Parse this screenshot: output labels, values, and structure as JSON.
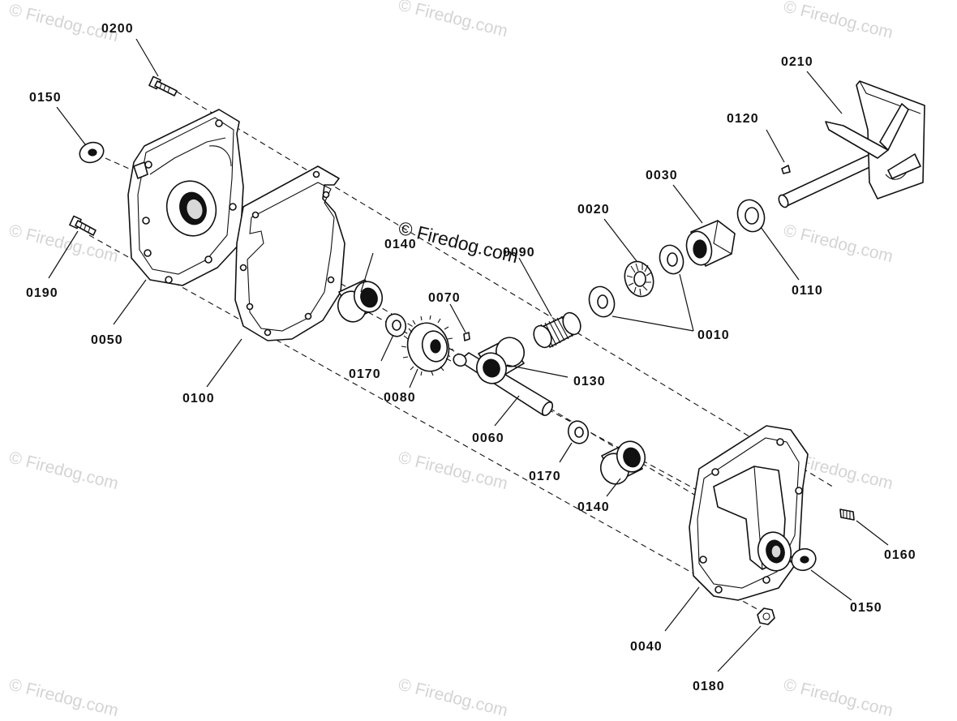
{
  "watermark_text": "© Firedog.com",
  "center_watermark_text": "© Firedog.com",
  "parts": [
    {
      "id": "p0200",
      "label": "0200",
      "name": "bolt"
    },
    {
      "id": "p0150a",
      "label": "0150",
      "name": "nut"
    },
    {
      "id": "p0190",
      "label": "0190",
      "name": "bolt"
    },
    {
      "id": "p0050",
      "label": "0050",
      "name": "gear-case-half"
    },
    {
      "id": "p0100",
      "label": "0100",
      "name": "gasket"
    },
    {
      "id": "p0140a",
      "label": "0140",
      "name": "bearing"
    },
    {
      "id": "p0170a",
      "label": "0170",
      "name": "washer"
    },
    {
      "id": "p0080",
      "label": "0080",
      "name": "worm-gear"
    },
    {
      "id": "p0070",
      "label": "0070",
      "name": "key"
    },
    {
      "id": "p0090",
      "label": "0090",
      "name": "worm"
    },
    {
      "id": "p0060",
      "label": "0060",
      "name": "auger-shaft"
    },
    {
      "id": "p0130",
      "label": "0130",
      "name": "sleeve"
    },
    {
      "id": "p0020",
      "label": "0020",
      "name": "thrust-bearing"
    },
    {
      "id": "p0010",
      "label": "0010",
      "name": "thrust-washer"
    },
    {
      "id": "p0030",
      "label": "0030",
      "name": "bearing-housing"
    },
    {
      "id": "p0110",
      "label": "0110",
      "name": "washer"
    },
    {
      "id": "p0120",
      "label": "0120",
      "name": "key"
    },
    {
      "id": "p0210",
      "label": "0210",
      "name": "impeller-shaft"
    },
    {
      "id": "p0170b",
      "label": "0170",
      "name": "washer"
    },
    {
      "id": "p0140b",
      "label": "0140",
      "name": "bearing"
    },
    {
      "id": "p0040",
      "label": "0040",
      "name": "gear-case-half"
    },
    {
      "id": "p0160",
      "label": "0160",
      "name": "set-screw"
    },
    {
      "id": "p0150b",
      "label": "0150",
      "name": "nut"
    },
    {
      "id": "p0180",
      "label": "0180",
      "name": "lock-nut"
    }
  ],
  "colors": {
    "line": "#111111",
    "watermark": "#d4d4d4",
    "background": "#ffffff"
  }
}
